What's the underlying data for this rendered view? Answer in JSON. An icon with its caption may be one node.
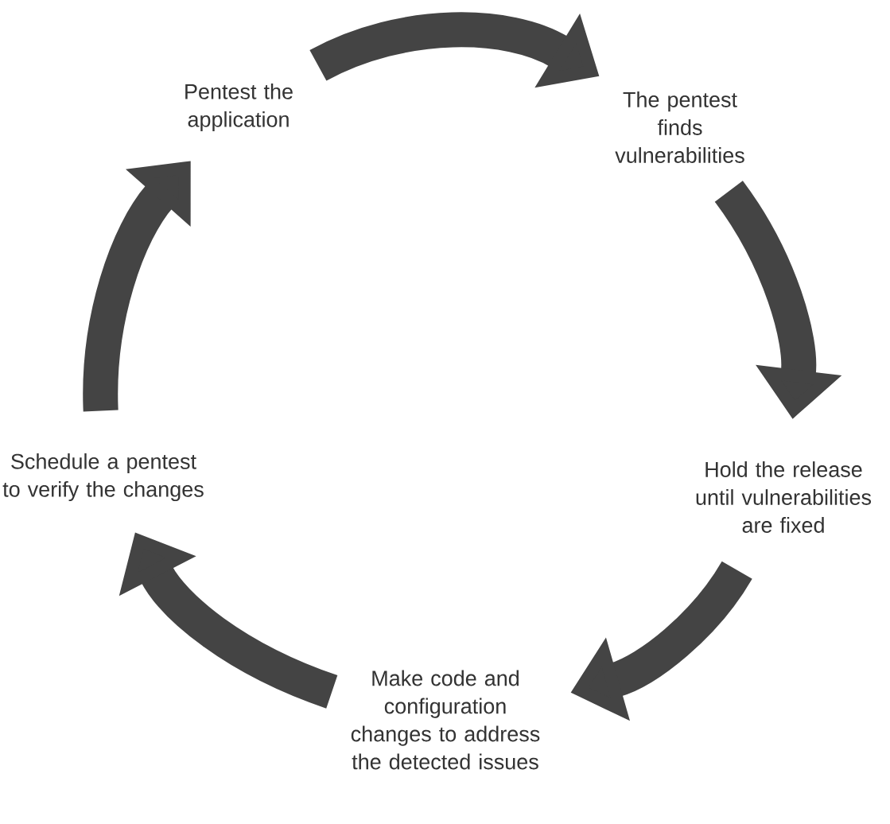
{
  "diagram": {
    "nodes": [
      {
        "text": [
          "Pentest the application"
        ]
      },
      {
        "text": [
          "The pentest finds vulnerabilities"
        ]
      },
      {
        "text": [
          "Hold the release until vulnerabilities are fixed"
        ]
      },
      {
        "text": [
          "Make code and configuration changes to address the detected issues"
        ]
      },
      {
        "text": [
          "Schedule a pentest to verify the changes"
        ]
      }
    ],
    "edges": [
      {
        "from": 0,
        "to": 1,
        "arrow": "to"
      },
      {
        "from": 1,
        "to": 2,
        "arrow": "to"
      },
      {
        "from": 2,
        "to": 3,
        "arrow": "to"
      },
      {
        "from": 3,
        "to": 4,
        "arrow": "to"
      },
      {
        "from": 4,
        "to": 0,
        "arrow": "to"
      }
    ]
  }
}
